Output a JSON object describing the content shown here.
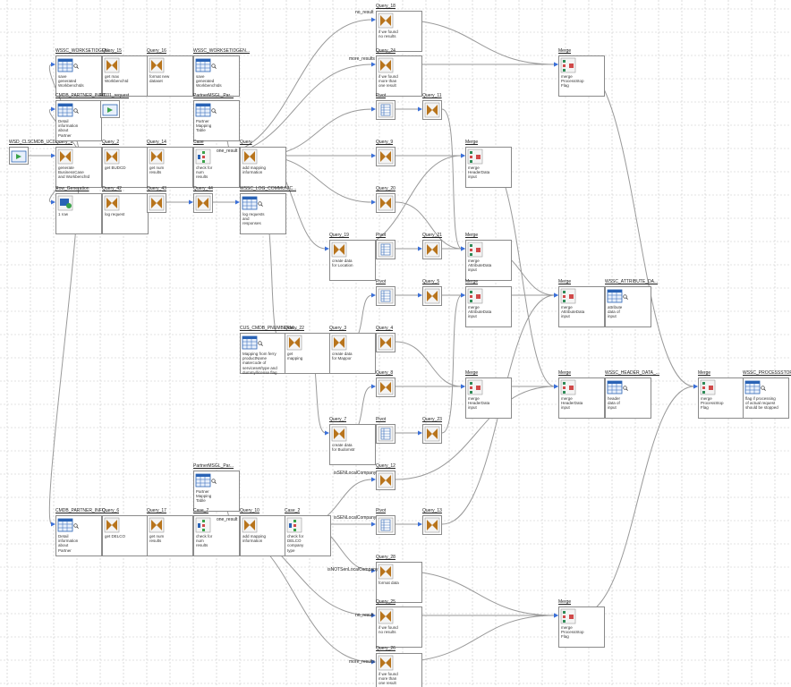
{
  "diagram": {
    "nodes": [
      {
        "id": "src",
        "title": "WSD_CLSCMDB_UC01...",
        "type": "source",
        "desc": ""
      },
      {
        "id": "q1",
        "title": "Query_1",
        "type": "query",
        "desc": "generate\nBusinessCase\nand WorkbenchId"
      },
      {
        "id": "wssetid",
        "title": "WSSC_WORKSETIDGEN...",
        "type": "table",
        "desc": "save\ngenerated\nWorkbenchIds"
      },
      {
        "id": "q15",
        "title": "Query_15",
        "type": "query",
        "desc": "get max\nWorkbenchId"
      },
      {
        "id": "q16",
        "title": "Query_16",
        "type": "query",
        "desc": "format new\ndataset"
      },
      {
        "id": "wssetid2",
        "title": "WSSC_WORKSETIDGEN...",
        "type": "table",
        "desc": "save\ngenerated\nWorkbenchIds"
      },
      {
        "id": "cmdb_partner",
        "title": "CMDB_PARTNER_INFO...",
        "type": "table",
        "desc": "Detail\ninformation\nabout\nPartner"
      },
      {
        "id": "uc01",
        "title": "UC01_request",
        "type": "dataset",
        "desc": ""
      },
      {
        "id": "partnermap",
        "title": "PartnerMSGL_Par...",
        "type": "table",
        "desc": "Partner\nMapping\nTable"
      },
      {
        "id": "q2",
        "title": "Query_2",
        "type": "query",
        "desc": "get BUDCD"
      },
      {
        "id": "q14",
        "title": "Query_14",
        "type": "query",
        "desc": "get num\nresults"
      },
      {
        "id": "case",
        "title": "Case",
        "type": "case",
        "desc": "check for\nnum\nresults"
      },
      {
        "id": "query",
        "title": "Query",
        "type": "query",
        "desc": "add mapping\ninformation"
      },
      {
        "id": "rowgen",
        "title": "Row_Generation",
        "type": "rowgen",
        "desc": "1 row"
      },
      {
        "id": "q42",
        "title": "Query_42",
        "type": "query",
        "desc": "log request"
      },
      {
        "id": "q43",
        "title": "Query_43",
        "type": "query",
        "desc": ""
      },
      {
        "id": "q44",
        "title": "Query_44",
        "type": "query",
        "desc": ""
      },
      {
        "id": "wssc_log",
        "title": "WSSC_LOG_COMMUNIC...",
        "type": "table",
        "desc": "log requests\nand\nresponses"
      },
      {
        "id": "q18",
        "title": "Query_18",
        "type": "query",
        "desc": "if we found\nno results"
      },
      {
        "id": "q24",
        "title": "Query_24",
        "type": "query",
        "desc": "if we found\nmore than\none result"
      },
      {
        "id": "pivot1",
        "title": "Pivot",
        "type": "pivot",
        "desc": ""
      },
      {
        "id": "q11",
        "title": "Query_11",
        "type": "query",
        "desc": ""
      },
      {
        "id": "q9",
        "title": "Query_9",
        "type": "query",
        "desc": ""
      },
      {
        "id": "q20",
        "title": "Query_20",
        "type": "query",
        "desc": ""
      },
      {
        "id": "q19",
        "title": "Query_19",
        "type": "query",
        "desc": "create data\nfor Location"
      },
      {
        "id": "pivot2",
        "title": "Pivot",
        "type": "pivot",
        "desc": ""
      },
      {
        "id": "q21",
        "title": "Query_21",
        "type": "query",
        "desc": ""
      },
      {
        "id": "merge_top",
        "title": "Merge",
        "type": "merge",
        "desc": "merge\nProcessStop\nFlag"
      },
      {
        "id": "merge_hdr1",
        "title": "Merge",
        "type": "merge",
        "desc": "merge\nHeaderData\ninput"
      },
      {
        "id": "merge_attr1",
        "title": "Merge",
        "type": "merge",
        "desc": "merge\nAttributeData\ninput"
      },
      {
        "id": "pivot3",
        "title": "Pivot",
        "type": "pivot",
        "desc": ""
      },
      {
        "id": "q5",
        "title": "Query_5",
        "type": "query",
        "desc": ""
      },
      {
        "id": "merge_attr2",
        "title": "Merge",
        "type": "merge",
        "desc": "merge\nAttributeData\ninput"
      },
      {
        "id": "merge_attr3",
        "title": "Merge",
        "type": "merge",
        "desc": "merge\nAttributeData\ninput"
      },
      {
        "id": "wssc_attr",
        "title": "WSSC_ATTRIBUTE_DA...",
        "type": "table",
        "desc": "attribute\ndata of\ninput"
      },
      {
        "id": "cus_cmdb",
        "title": "CUS_CMDB_PNUMBERM...",
        "type": "table",
        "desc": "Mapping from ferry\nproductName\nmatercode of\nserviceset/type and\ndummy/license flag"
      },
      {
        "id": "q22",
        "title": "Query_22",
        "type": "query",
        "desc": "get\nmapping"
      },
      {
        "id": "q3",
        "title": "Query_3",
        "type": "query",
        "desc": "create data\nfor Mappor"
      },
      {
        "id": "q4",
        "title": "Query_4",
        "type": "query",
        "desc": ""
      },
      {
        "id": "q8",
        "title": "Query_8",
        "type": "query",
        "desc": ""
      },
      {
        "id": "merge_hdr2",
        "title": "Merge",
        "type": "merge",
        "desc": "merge\nHeaderData\ninput"
      },
      {
        "id": "merge_hdr3",
        "title": "Merge",
        "type": "merge",
        "desc": "merge\nHeaderData\ninput"
      },
      {
        "id": "wssc_hdr",
        "title": "WSSC_HEADER_DATA_...",
        "type": "table",
        "desc": "header\ndata of\ninput"
      },
      {
        "id": "merge_final",
        "title": "Merge",
        "type": "merge",
        "desc": "merge\nProcessStop\nFlag"
      },
      {
        "id": "wssc_proc",
        "title": "WSSC_PROCESSSTOPF...",
        "type": "table",
        "desc": "flag if processing\nof actual request\nshould be stopped"
      },
      {
        "id": "q7",
        "title": "Query_7",
        "type": "query",
        "desc": "create data\nfor Budomstr"
      },
      {
        "id": "pivot4",
        "title": "Pivot",
        "type": "pivot",
        "desc": ""
      },
      {
        "id": "q23",
        "title": "Query_23",
        "type": "query",
        "desc": ""
      },
      {
        "id": "q12",
        "title": "Query_12",
        "type": "query",
        "desc": ""
      },
      {
        "id": "partnermap2",
        "title": "PartnerMSGL_Par...",
        "type": "table",
        "desc": "Partner\nMapping\nTable"
      },
      {
        "id": "cmdb_partner2",
        "title": "CMDB_PARTNER_INFO...",
        "type": "table",
        "desc": "Detail\ninformation\nabout\nPartner"
      },
      {
        "id": "q6",
        "title": "Query_6",
        "type": "query",
        "desc": "get DELCO"
      },
      {
        "id": "q17",
        "title": "Query_17",
        "type": "query",
        "desc": "get num\nresults"
      },
      {
        "id": "case7",
        "title": "Case_7",
        "type": "case",
        "desc": "check for\nnum\nresults"
      },
      {
        "id": "q10",
        "title": "Query_10",
        "type": "query",
        "desc": "add mapping\ninformation"
      },
      {
        "id": "case2",
        "title": "Case_2",
        "type": "case",
        "desc": "check for\nDELCO\ncompany\ntype"
      },
      {
        "id": "pivot5",
        "title": "Pivot",
        "type": "pivot",
        "desc": ""
      },
      {
        "id": "q13",
        "title": "Query_13",
        "type": "query",
        "desc": ""
      },
      {
        "id": "q28",
        "title": "Query_28",
        "type": "query",
        "desc": "format data"
      },
      {
        "id": "q25",
        "title": "Query_25",
        "type": "query",
        "desc": "if we found\nno results"
      },
      {
        "id": "q26",
        "title": "Query_26",
        "type": "query",
        "desc": "if we found\nmore than\none result"
      },
      {
        "id": "merge_bot",
        "title": "Merge",
        "type": "merge",
        "desc": "merge\nProcessStop\nFlag"
      }
    ],
    "edge_labels": [
      {
        "id": "lbl_no_result_top",
        "text": "no_result"
      },
      {
        "id": "lbl_more_results_top",
        "text": "more_results"
      },
      {
        "id": "lbl_one_result_top",
        "text": "one_result"
      },
      {
        "id": "lbl_issen",
        "text": "isSENLocalCompany"
      },
      {
        "id": "lbl_issen2",
        "text": "isSENLocalCompany"
      },
      {
        "id": "lbl_isnot",
        "text": "isNOTSenLocalCompany"
      },
      {
        "id": "lbl_one_result_bot",
        "text": "one_result"
      },
      {
        "id": "lbl_no_result_bot",
        "text": "no_result"
      },
      {
        "id": "lbl_more_results_bot",
        "text": "more_results"
      }
    ],
    "colors": {
      "grid": "#c8c8c8",
      "edge": "#9a9a9a",
      "arrow": "#3a6fd8",
      "node_border": "#8a8a8a",
      "query_icon": "#b8741c",
      "table_icon": "#2a63b5",
      "merge_icon": "#2e8b57",
      "case_icon": "#3aa34a"
    }
  }
}
